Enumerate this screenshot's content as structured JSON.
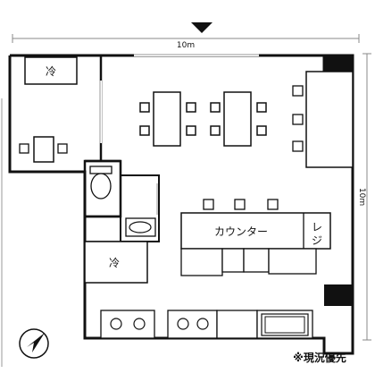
{
  "plan": {
    "width_dimension": "10m",
    "height_dimension": "10m",
    "note": "※現況優先"
  },
  "rooms": {
    "fridge_back_room": "冷",
    "fridge_front": "冷",
    "counter": "カウンター",
    "register": "レジ"
  },
  "symbols": {
    "entrance_marker": "triangle-down",
    "compass": "compass-icon",
    "toilet": "toilet-icon",
    "sink": "sink-icon",
    "stove": "stove-icon"
  }
}
